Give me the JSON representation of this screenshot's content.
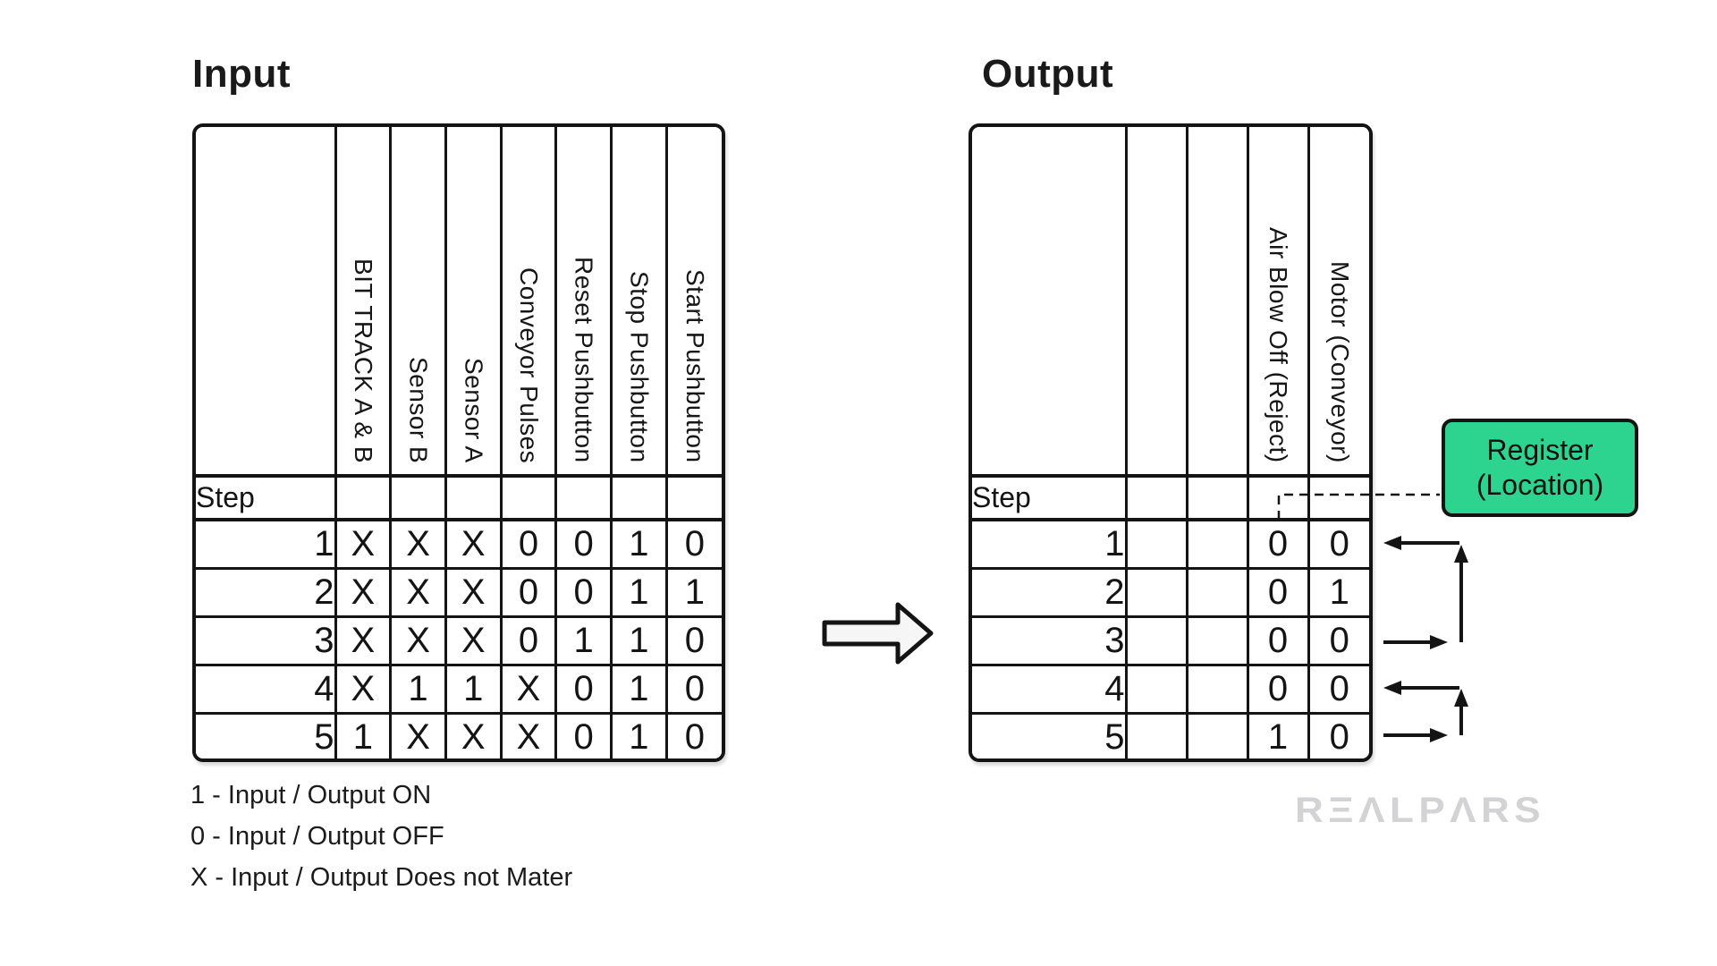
{
  "titles": {
    "input": "Input",
    "output": "Output"
  },
  "input_table": {
    "step_label": "Step",
    "columns": [
      "BIT TRACK A & B",
      "Sensor B",
      "Sensor A",
      "Conveyor Pulses",
      "Reset Pushbutton",
      "Stop Pushbutton",
      "Start Pushbutton"
    ],
    "rows": [
      {
        "step": "1",
        "values": [
          "X",
          "X",
          "X",
          "0",
          "0",
          "1",
          "0"
        ],
        "highlights": []
      },
      {
        "step": "2",
        "values": [
          "X",
          "X",
          "X",
          "0",
          "0",
          "1",
          "1"
        ],
        "highlights": [
          3,
          5
        ]
      },
      {
        "step": "3",
        "values": [
          "X",
          "X",
          "X",
          "0",
          "1",
          "1",
          "0"
        ],
        "highlights": [
          4,
          6
        ]
      },
      {
        "step": "4",
        "values": [
          "X",
          "1",
          "1",
          "X",
          "0",
          "1",
          "0"
        ],
        "highlights": [
          5
        ]
      },
      {
        "step": "5",
        "values": [
          "1",
          "X",
          "X",
          "X",
          "0",
          "1",
          "0"
        ],
        "highlights": []
      }
    ]
  },
  "output_table": {
    "step_label": "Step",
    "columns": [
      "",
      "",
      "Air Blow Off (Reject)",
      "Motor (Conveyor)"
    ],
    "rows": [
      {
        "step": "1",
        "values": [
          "",
          "",
          "0",
          "0"
        ],
        "highlights": [
          2
        ]
      },
      {
        "step": "2",
        "values": [
          "",
          "",
          "0",
          "1"
        ],
        "highlights": [
          3
        ]
      },
      {
        "step": "3",
        "values": [
          "",
          "",
          "0",
          "0"
        ],
        "highlights": [
          2
        ]
      },
      {
        "step": "4",
        "values": [
          "",
          "",
          "0",
          "0"
        ],
        "highlights": [
          3
        ]
      },
      {
        "step": "5",
        "values": [
          "",
          "",
          "1",
          "0"
        ],
        "highlights": []
      }
    ]
  },
  "register_box": {
    "line1": "Register",
    "line2": "(Location)"
  },
  "legend": {
    "items": [
      "1 - Input / Output ON",
      "0 - Input / Output OFF",
      "X - Input / Output Does not Mater"
    ]
  },
  "watermark": {
    "brand": "REALPARS",
    "display": "RΞΛLPΛRS"
  },
  "colors": {
    "highlight": "#2dd48f",
    "line": "#141414",
    "watermark": "#d3d3d5"
  }
}
